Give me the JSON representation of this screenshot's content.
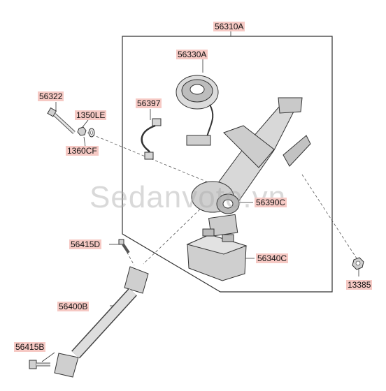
{
  "labels": {
    "p56310A": "56310A",
    "p56330A": "56330A",
    "p56322": "56322",
    "p1350LE": "1350LE",
    "p56397": "56397",
    "p1360CF": "1360CF",
    "p56390C": "56390C",
    "p56415D": "56415D",
    "p56340C": "56340C",
    "p13385": "13385",
    "p56400B": "56400B",
    "p56415B": "56415B"
  },
  "watermark": "Sedanvoto.vn",
  "colors": {
    "label_bg": "#f6c9c4",
    "line": "#333333",
    "part": "#d9d9d9"
  }
}
